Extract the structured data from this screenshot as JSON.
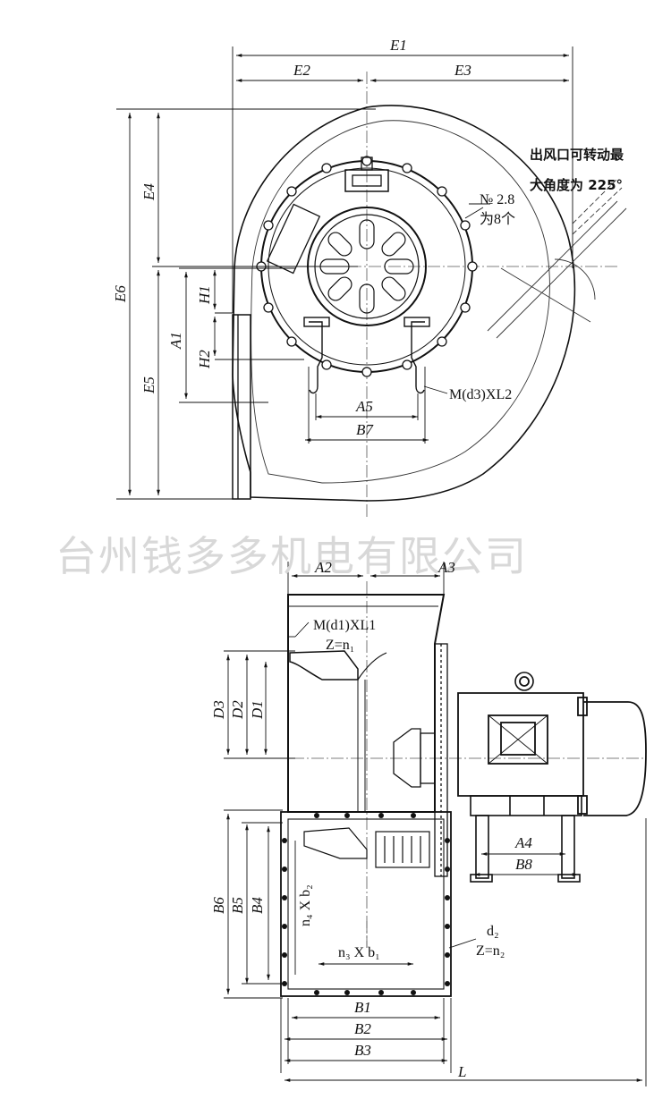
{
  "watermark": "台州钱多多机电有限公司",
  "top_view": {
    "dims": {
      "E1": "E1",
      "E2": "E2",
      "E3": "E3",
      "E4": "E4",
      "E5": "E5",
      "E6": "E6",
      "A1": "A1",
      "H1": "H1",
      "H2": "H2",
      "A5": "A5",
      "B7": "B7"
    },
    "outlet_note_line1": "出风口可转动最",
    "outlet_note_line2": "大角度为 225°",
    "no_label": "№ 2.8",
    "no_count": "为8个",
    "bolt_spec": "M(d3)XL2"
  },
  "side_view": {
    "dims": {
      "A2": "A2",
      "A3": "A3",
      "D3": "D3",
      "D2": "D2",
      "D1": "D1",
      "B6": "B6",
      "B5": "B5",
      "B4": "B4",
      "A4": "A4",
      "B8": "B8",
      "B1": "B1",
      "B2": "B2",
      "B3": "B3",
      "L": "L"
    },
    "flange_spec": "M(d1)XL1",
    "flange_count": "Z=n₁",
    "vertical_holes": "n₄ X b₂",
    "horizontal_holes": "n₃ X b₁",
    "outlet_bolt": "d₂",
    "outlet_count": "Z=n₂"
  }
}
